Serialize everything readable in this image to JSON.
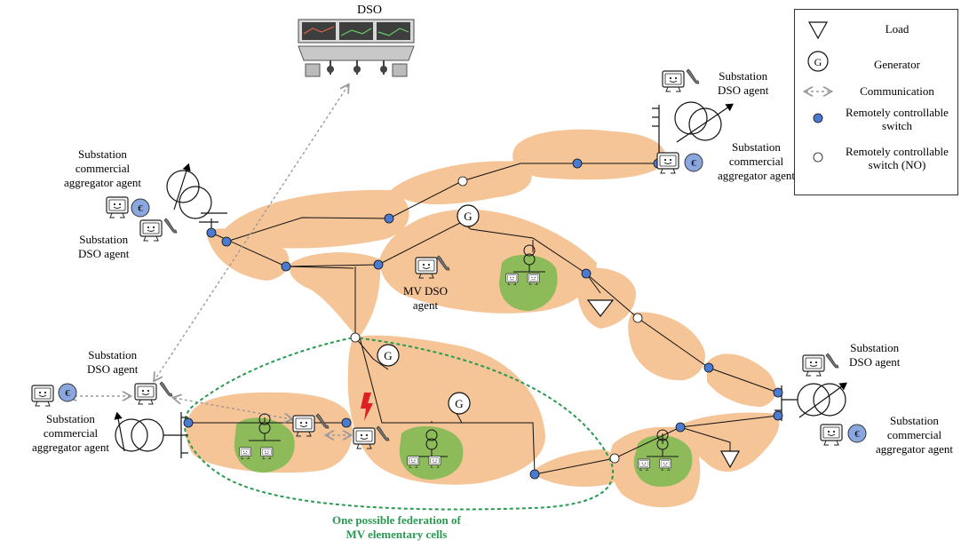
{
  "labels": {
    "dso": "DSO",
    "sub_nw_commercial": "Substation\ncommercial\naggregator agent",
    "sub_nw_dso": "Substation\nDSO agent",
    "sub_ne_dso": "Substation\nDSO agent",
    "sub_ne_commercial": "Substation\ncommercial\naggregator agent",
    "mv_dso": "MV DSO\nagent",
    "sub_w_dso": "Substation\nDSO agent",
    "sub_w_commercial": "Substation\ncommercial\naggregator agent",
    "sub_e_dso": "Substation\nDSO agent",
    "sub_se_commercial": "Substation\ncommercial\naggregator agent",
    "federation": "One possible federation of\nMV elementary cells",
    "generator_letter": "G",
    "euro_sign": "€"
  },
  "legend": {
    "items": [
      {
        "icon": "load-triangle-icon",
        "label": "Load"
      },
      {
        "icon": "generator-icon",
        "label": "Generator"
      },
      {
        "icon": "communication-arrow-icon",
        "label": "Communication"
      },
      {
        "icon": "switch-closed-icon",
        "label": "Remotely controllable\nswitch"
      },
      {
        "icon": "switch-open-icon",
        "label": "Remotely controllable\nswitch (NO)"
      }
    ]
  },
  "colors": {
    "cell_fill": "#f5c497",
    "green_cell": "#8dbb5a",
    "switch_closed": "#4a7bd0",
    "switch_open": "#ffffff",
    "comm_arrow": "#9a9a9a",
    "federation_outline": "#2a9a52",
    "fault": "#e02020"
  }
}
